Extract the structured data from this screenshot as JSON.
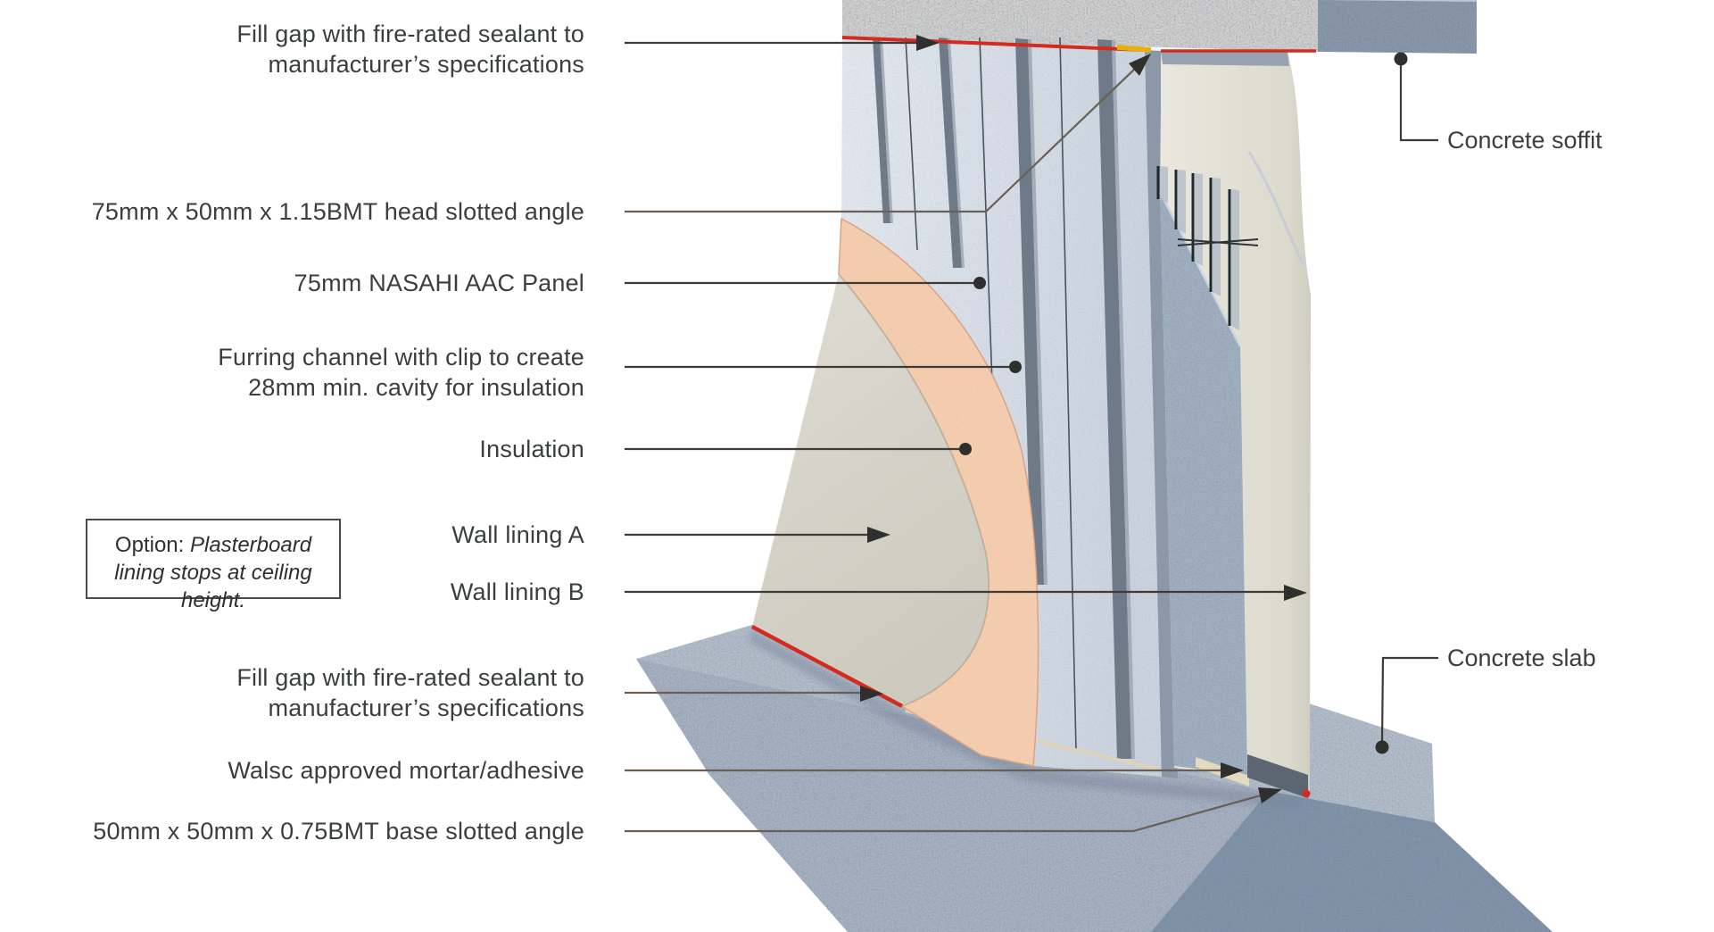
{
  "annotations": {
    "fill_gap_top": "Fill gap with fire-rated sealant to\nmanufacturer’s specifications",
    "head_angle": "75mm x 50mm x 1.15BMT head slotted angle",
    "aac_panel": "75mm NASAHI AAC Panel",
    "furring": "Furring channel with clip to create\n28mm min. cavity for insulation",
    "insulation": "Insulation",
    "wall_lining_a": "Wall lining A",
    "wall_lining_b": "Wall lining B",
    "fill_gap_bottom": "Fill gap with fire-rated sealant to\nmanufacturer’s specifications",
    "mortar": "Walsc approved mortar/adhesive",
    "base_angle": "50mm x 50mm x 0.75BMT base slotted angle",
    "concrete_soffit": "Concrete soffit",
    "concrete_slab": "Concrete slab",
    "option_label": "Option:",
    "option_text": " Plasterboard lining stops at ceiling height."
  },
  "colors": {
    "sealant_red": "#d32b1f",
    "sealant_yellow": "#e7b10a",
    "insulation_peach": "#f6cfb2",
    "concrete_blue": "#8294aa",
    "aac_light": "#dde4ec",
    "lining_cream": "#e0ded4",
    "leader_line": "#3f3a36",
    "text": "#3a3f3e"
  }
}
